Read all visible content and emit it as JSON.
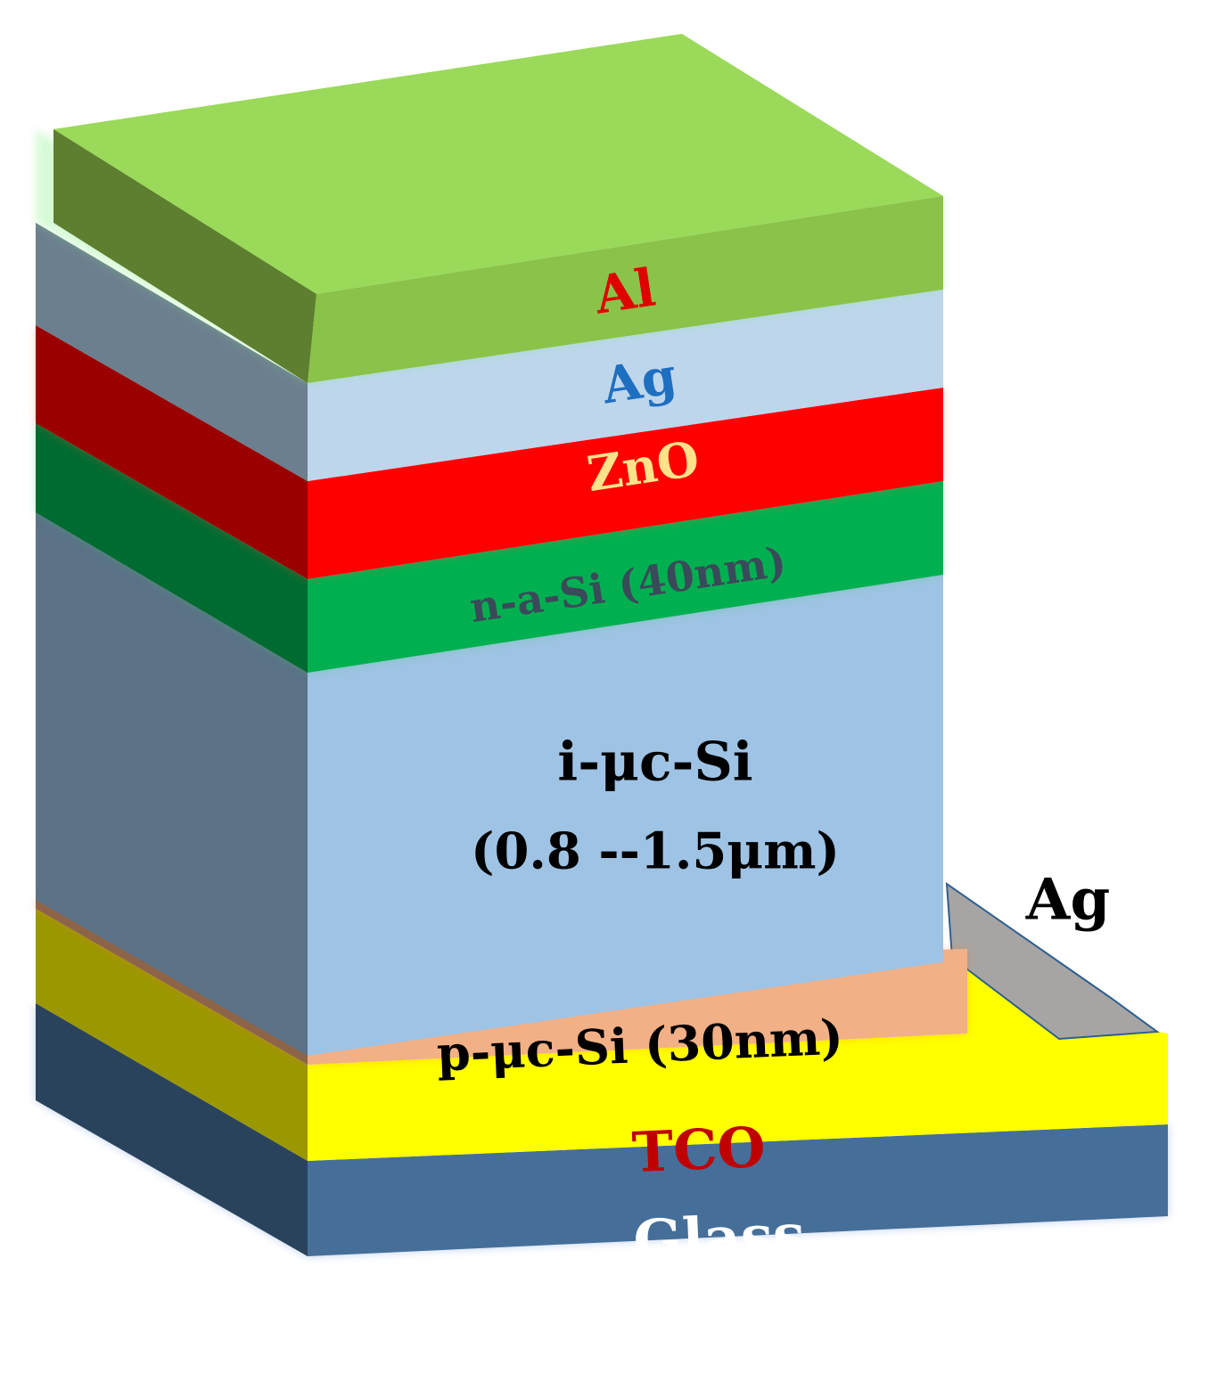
{
  "layers": {
    "al": {
      "label": "Al",
      "side": "#5e7f2f",
      "front": "#8ac24a",
      "top": "#9bd95a",
      "text": "#e00000"
    },
    "ag": {
      "label": "Ag",
      "side": "#6c7f8f",
      "front": "#bdd6ec",
      "text": "#1f6fc0"
    },
    "zno": {
      "label": "ZnO",
      "side": "#9a0000",
      "front": "#ff0000",
      "text": "#ffe28a"
    },
    "nasi": {
      "label": "n-a-Si (40nm)",
      "side": "#006b30",
      "front": "#00b050",
      "text": "#3b4a5a"
    },
    "imcsi": {
      "label_line1": "i-μc-Si",
      "label_line2": "(0.8 --1.5μm)",
      "side": "#5b7287",
      "front": "#9fc3e4",
      "text": "#000000"
    },
    "pmcsi": {
      "label": "p-μc-Si (30nm)",
      "side": "#8e6448",
      "front": "#f2b086",
      "text": "#000000"
    },
    "tco": {
      "label": "TCO",
      "side": "#9a9700",
      "front": "#ffff00",
      "text": "#c00000"
    },
    "glass": {
      "label": "Glass",
      "side": "#2a435d",
      "front": "#456f99",
      "text": "#ffffff"
    },
    "contact": {
      "label": "Ag",
      "fill": "#a7a5a3",
      "text": "#000000"
    }
  }
}
